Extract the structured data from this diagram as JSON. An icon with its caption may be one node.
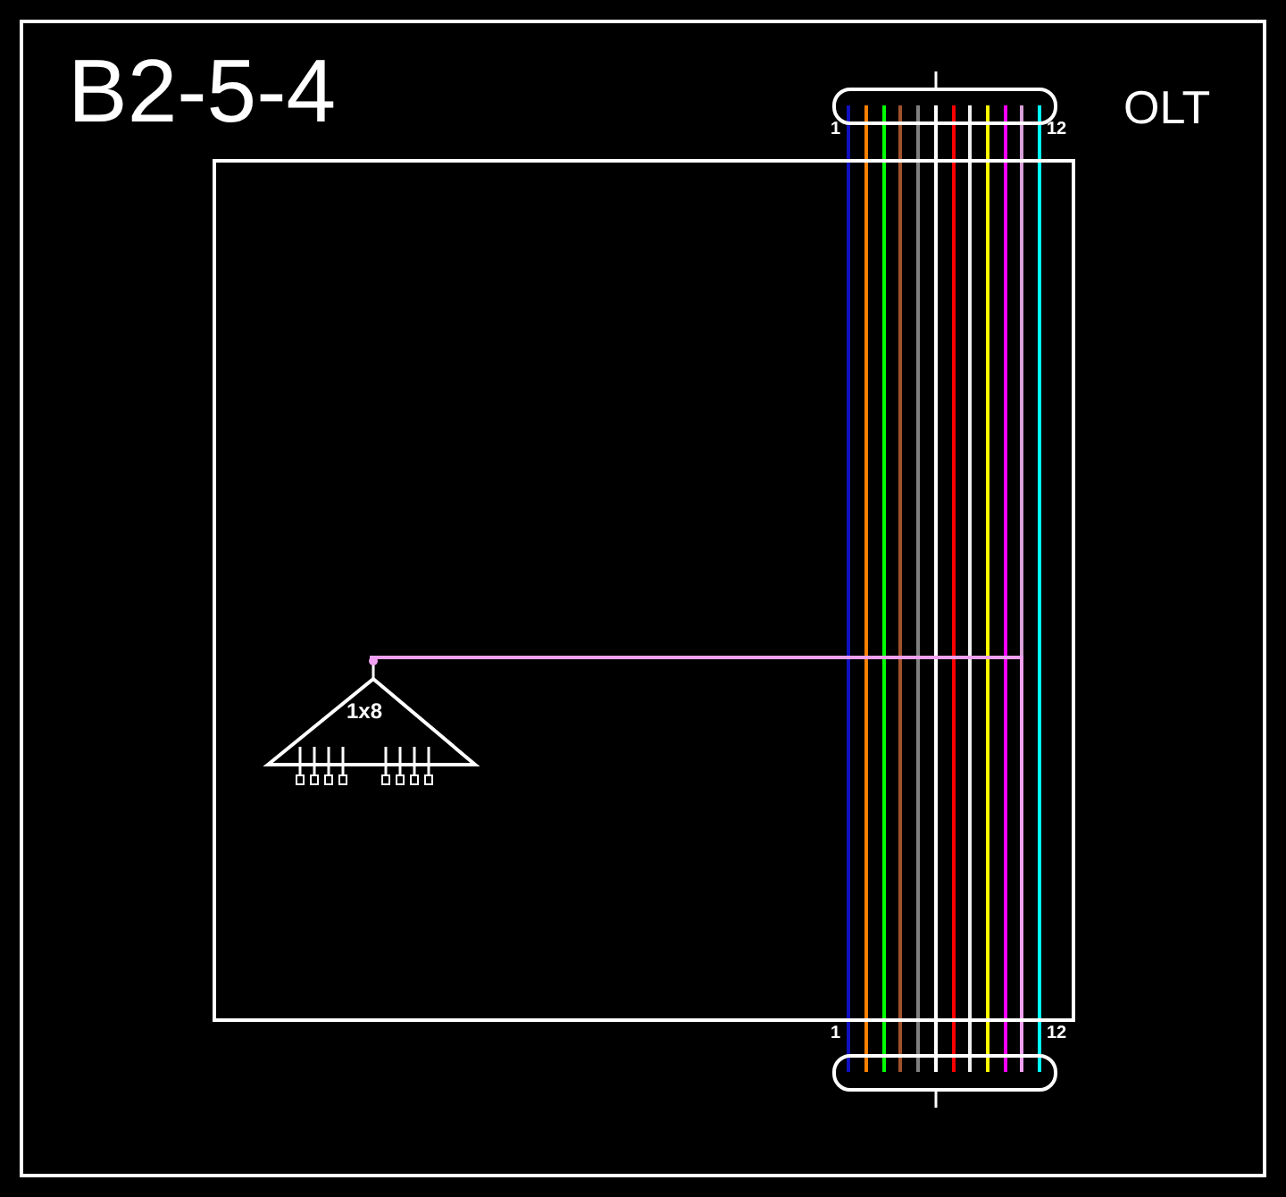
{
  "diagram": {
    "title": "B2-5-4",
    "nodes": [
      {
        "text": [],
        "shape": "box"
      },
      {
        "text": [
          "1x8"
        ],
        "in": 0
      },
      {
        "text": [],
        "shape": "box",
        "beside": [
          "1",
          "12"
        ]
      },
      {
        "text": [],
        "shape": "box",
        "beside": [
          "1",
          "12"
        ]
      }
    ],
    "edges": [
      {
        "from": 2,
        "to": 3,
        "arrow": "none",
        "color": "#1010c0"
      },
      {
        "from": 2,
        "to": 3,
        "arrow": "none",
        "color": "#ff8000"
      },
      {
        "from": 2,
        "to": 3,
        "arrow": "none",
        "color": "#00ff00"
      },
      {
        "from": 2,
        "to": 3,
        "arrow": "none",
        "color": "#a0522d"
      },
      {
        "from": 2,
        "to": 3,
        "arrow": "none",
        "color": "#808080"
      },
      {
        "from": 2,
        "to": 3,
        "arrow": "none",
        "color": "#ffffff"
      },
      {
        "from": 2,
        "to": 3,
        "arrow": "none",
        "color": "#ff0000"
      },
      {
        "from": 2,
        "to": 3,
        "arrow": "none",
        "color": "#f0f0f0"
      },
      {
        "from": 2,
        "to": 3,
        "arrow": "none",
        "color": "#ffff00"
      },
      {
        "from": 2,
        "to": 3,
        "arrow": "none",
        "color": "#ff00ff"
      },
      {
        "from": 2,
        "to": 3,
        "arrow": "none",
        "color": "#d8a0d8"
      },
      {
        "from": 2,
        "to": 3,
        "arrow": "none",
        "color": "#00ffff"
      },
      {
        "from": 1,
        "to": 3,
        "arrow": "none",
        "color": "#f0a0f0"
      }
    ],
    "labels": [
      "OLT"
    ]
  }
}
